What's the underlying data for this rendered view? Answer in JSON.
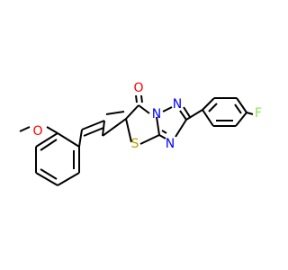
{
  "atom_labels": {
    "oxygen_methoxy": "O",
    "oxygen_carbonyl": "O",
    "sulfur": "S",
    "nitrogen_bridgehead": "N",
    "nitrogen_top_right": "N",
    "nitrogen_bottom": "N",
    "fluorine": "F"
  },
  "colors": {
    "bond": "#000000",
    "carbon": "#000000",
    "oxygen": "#FF0000",
    "nitrogen": "#0000FF",
    "sulfur": "#B8A000",
    "fluorine": "#90E050",
    "background": "#FFFFFF"
  }
}
